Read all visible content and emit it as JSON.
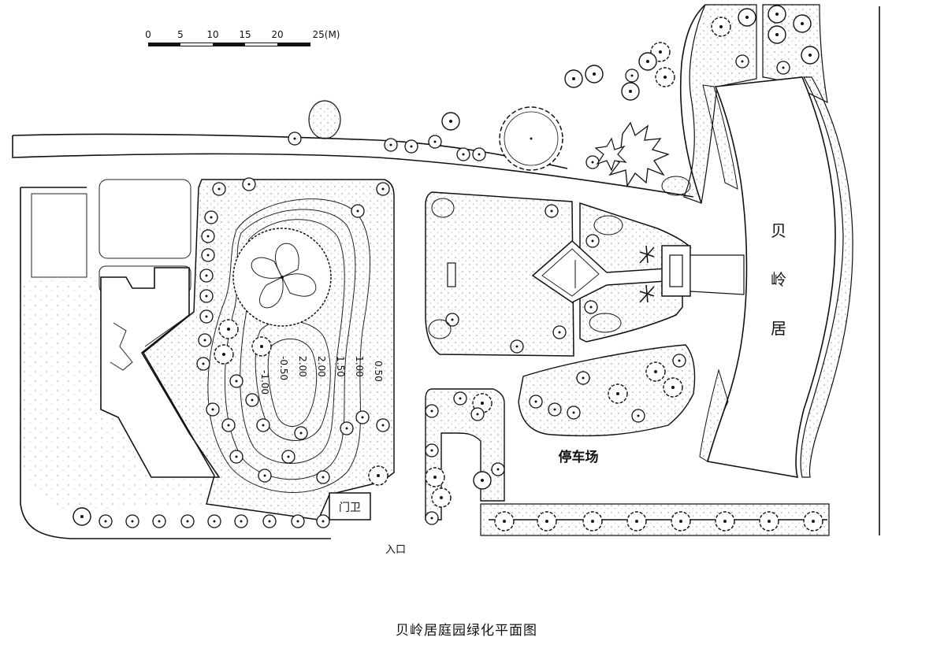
{
  "caption": "贝岭居庭园绿化平面图",
  "scale_bar": {
    "ticks": [
      "0",
      "5",
      "10",
      "15",
      "20",
      "25(M)"
    ]
  },
  "labels": {
    "building": [
      "贝",
      "岭",
      "居"
    ],
    "parking": "停车场",
    "gatehouse": "门卫",
    "entrance": "入口"
  },
  "contours": [
    "-1.00",
    "-0.50",
    "2.00",
    "2.00",
    "1.50",
    "1.00",
    "0.50"
  ]
}
